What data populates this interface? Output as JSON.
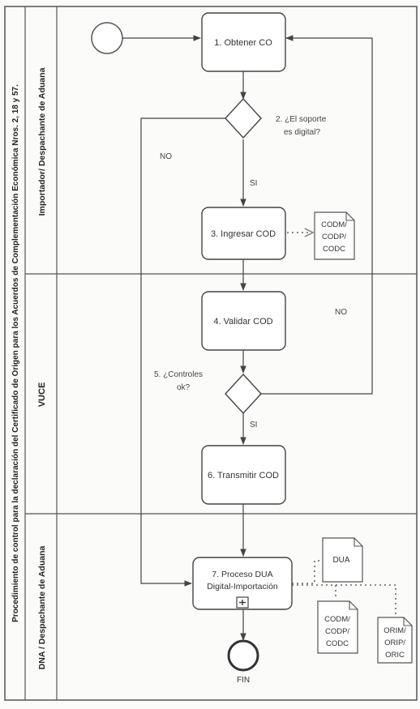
{
  "pool": {
    "title": "Procedimiento de control para la declaración del Certificado de Origen para los Acuerdos de Complementación Económica Nros. 2, 18 y 57."
  },
  "lanes": [
    {
      "label": "Importador/ Despachante de Aduana"
    },
    {
      "label": "VUCE"
    },
    {
      "label": "DNA / Despachante de Aduana"
    }
  ],
  "tasks": [
    {
      "label": "1. Obtener CO"
    },
    {
      "label": "3. Ingresar COD"
    },
    {
      "label": "4. Validar COD"
    },
    {
      "label": "6. Transmitir COD"
    },
    {
      "line1": "7. Proceso DUA",
      "line2": "Digital-Importación"
    }
  ],
  "gateways": [
    {
      "line1": "2. ¿El soporte",
      "line2": "es digital?"
    },
    {
      "line1": "5. ¿Controles",
      "line2": "ok?"
    }
  ],
  "branches": {
    "no1": "NO",
    "si1": "SI",
    "no2": "NO",
    "si2": "SI"
  },
  "data_objects": [
    {
      "lines": [
        "CODM/",
        "CODP/",
        "CODC"
      ]
    },
    {
      "lines": [
        "DUA"
      ]
    },
    {
      "lines": [
        "CODM/",
        "CODP/",
        "CODC"
      ]
    },
    {
      "lines": [
        "ORIM/",
        "ORIP/",
        "ORIC"
      ]
    }
  ],
  "end_event": {
    "label": "FIN"
  }
}
